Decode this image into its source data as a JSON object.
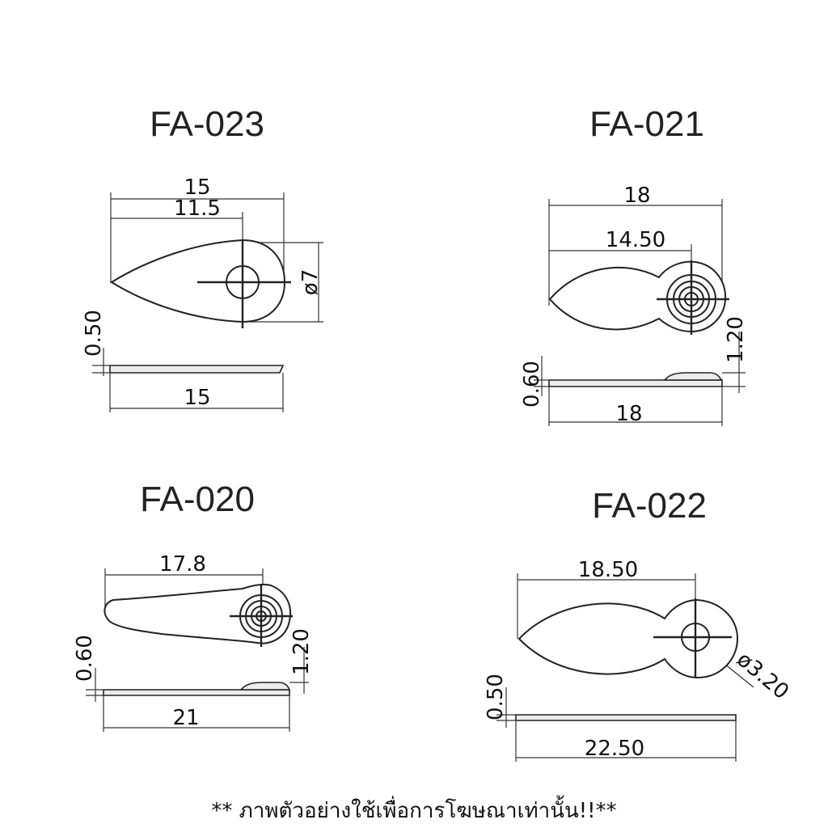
{
  "parts": [
    {
      "code": "FA-023",
      "top_width": "15",
      "hole_offset": "11.5",
      "hole_dia": "ø7",
      "thickness": "0.50",
      "side_length": "15"
    },
    {
      "code": "FA-021",
      "top_width": "18",
      "hole_offset": "14.50",
      "boss_height": "1.20",
      "thickness": "0.60",
      "side_length": "18"
    },
    {
      "code": "FA-020",
      "hole_offset": "17.8",
      "boss_height": "1.20",
      "thickness": "0.60",
      "side_length": "21"
    },
    {
      "code": "FA-022",
      "hole_offset": "18.50",
      "hole_dia": "ø3.20",
      "thickness": "0.50",
      "side_length": "22.50"
    }
  ],
  "footer_note": "** ภาพตัวอย่างใช้เพื่อการโฆษณาเท่านั้น!!**"
}
